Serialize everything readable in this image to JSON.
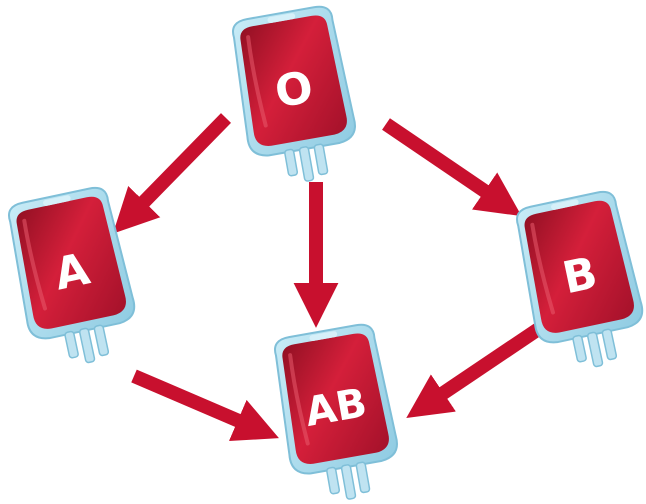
{
  "bags": [
    {
      "id": "o",
      "label": "O"
    },
    {
      "id": "a",
      "label": "A"
    },
    {
      "id": "b",
      "label": "B"
    },
    {
      "id": "ab",
      "label": "AB"
    }
  ],
  "arrows": [
    {
      "from": "O",
      "to": "A"
    },
    {
      "from": "O",
      "to": "AB"
    },
    {
      "from": "O",
      "to": "B"
    },
    {
      "from": "A",
      "to": "AB"
    },
    {
      "from": "B",
      "to": "AB"
    }
  ],
  "colors": {
    "blood": "#b5132b",
    "blood_light": "#d41f3a",
    "bag_outline": "#a9d8ea",
    "arrow": "#c8102e",
    "label": "#ffffff"
  }
}
